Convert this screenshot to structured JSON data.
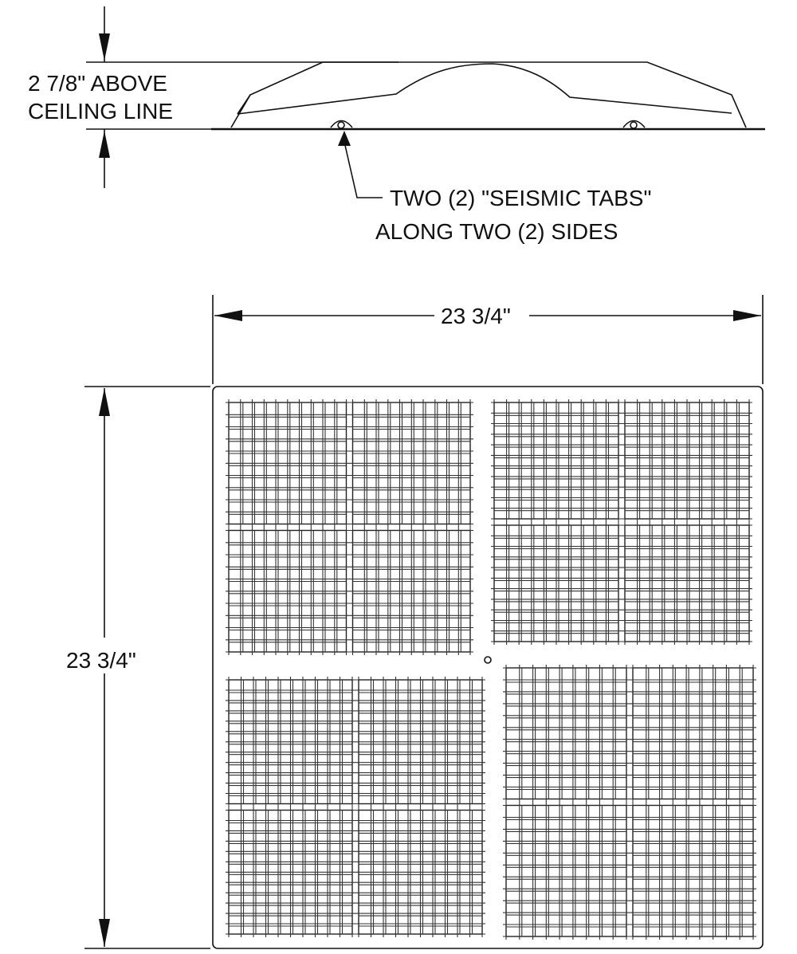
{
  "labels": {
    "height_line1": "2 7/8\" ABOVE",
    "height_line2": "CEILING LINE",
    "tabs_line1": "TWO (2) \"SEISMIC TABS\"",
    "tabs_line2": "ALONG TWO (2) SIDES",
    "width_dim": "23 3/4\"",
    "depth_dim": "23 3/4\""
  },
  "colors": {
    "line": "#111111",
    "background": "#ffffff"
  }
}
